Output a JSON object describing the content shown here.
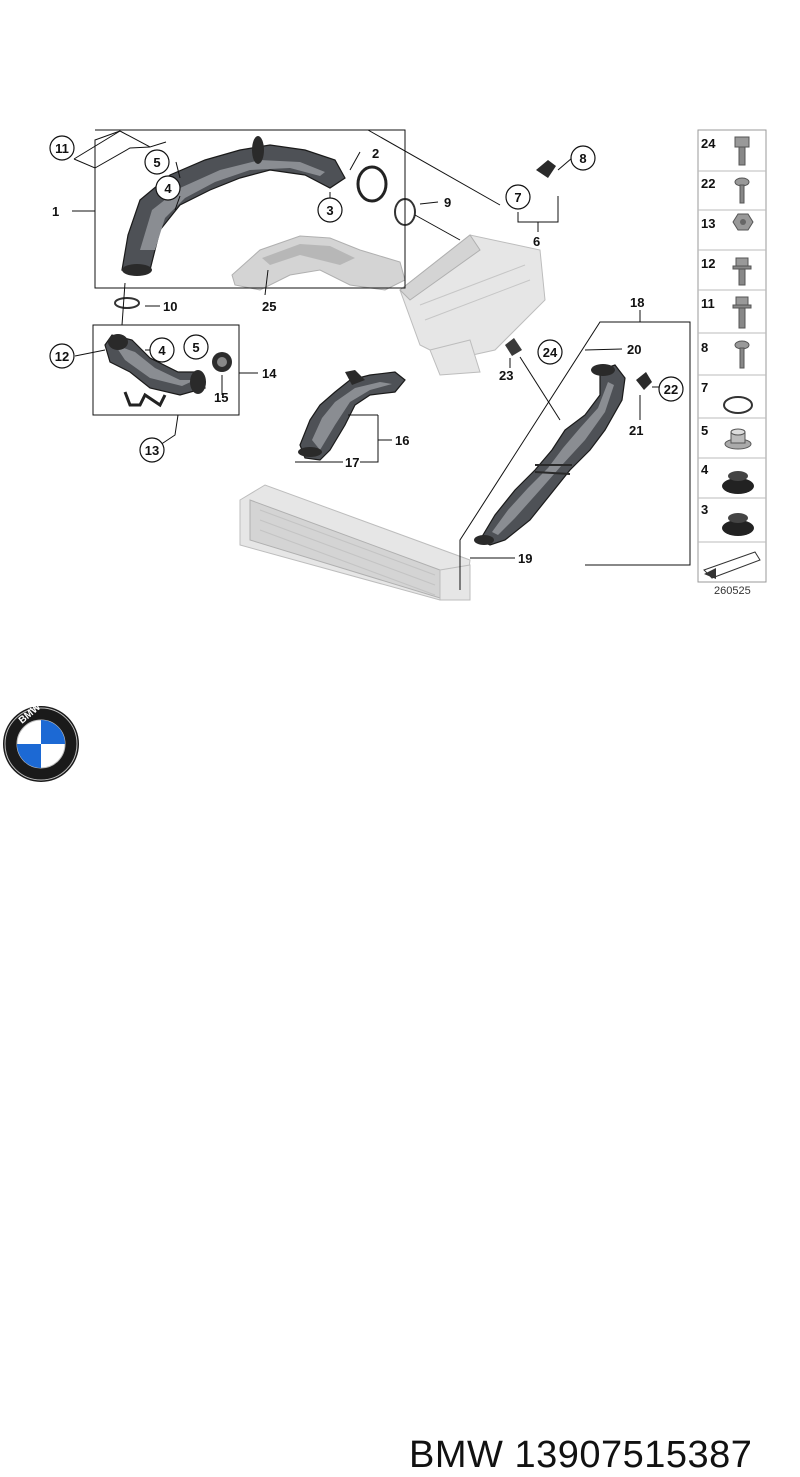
{
  "diagram": {
    "callouts": [
      "1",
      "2",
      "3",
      "4",
      "5",
      "6",
      "7",
      "8",
      "9",
      "10",
      "11",
      "12",
      "13",
      "14",
      "15",
      "16",
      "17",
      "18",
      "19",
      "20",
      "21",
      "22",
      "23",
      "24",
      "25"
    ],
    "legend": [
      "24",
      "22",
      "13",
      "12",
      "11",
      "8",
      "7",
      "5",
      "4",
      "3"
    ],
    "ref_code": "260525"
  },
  "footer": {
    "brand": "BMW",
    "part_number": "13907515387",
    "logo_letters": "BMW"
  },
  "colors": {
    "hose": "#4e5156",
    "ghost": "#e6e6e6",
    "bmw_blue": "#1c69d4",
    "bmw_ring": "#1a1a1a"
  }
}
